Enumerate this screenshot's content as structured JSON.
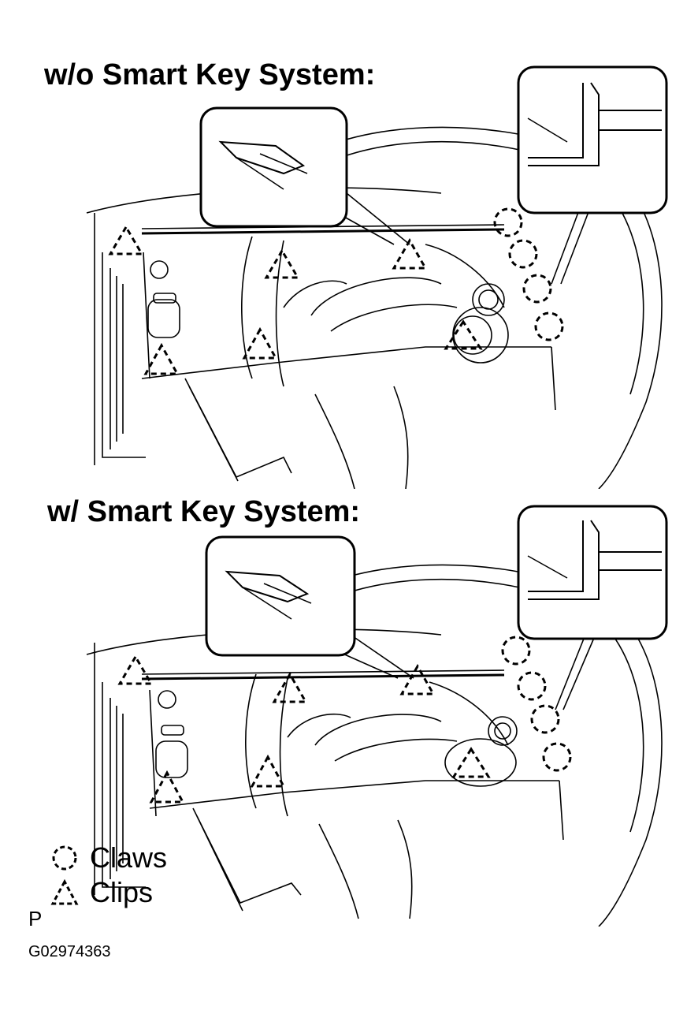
{
  "diagrams": [
    {
      "heading": "w/o Smart Key System:"
    },
    {
      "heading": "w/ Smart Key System:"
    }
  ],
  "legend": {
    "claws": {
      "label": "Claws",
      "icon": "dashed-circle-icon"
    },
    "clips": {
      "label": "Clips",
      "icon": "dashed-triangle-icon"
    }
  },
  "corner_mark": "P",
  "figure_code": "G02974363"
}
